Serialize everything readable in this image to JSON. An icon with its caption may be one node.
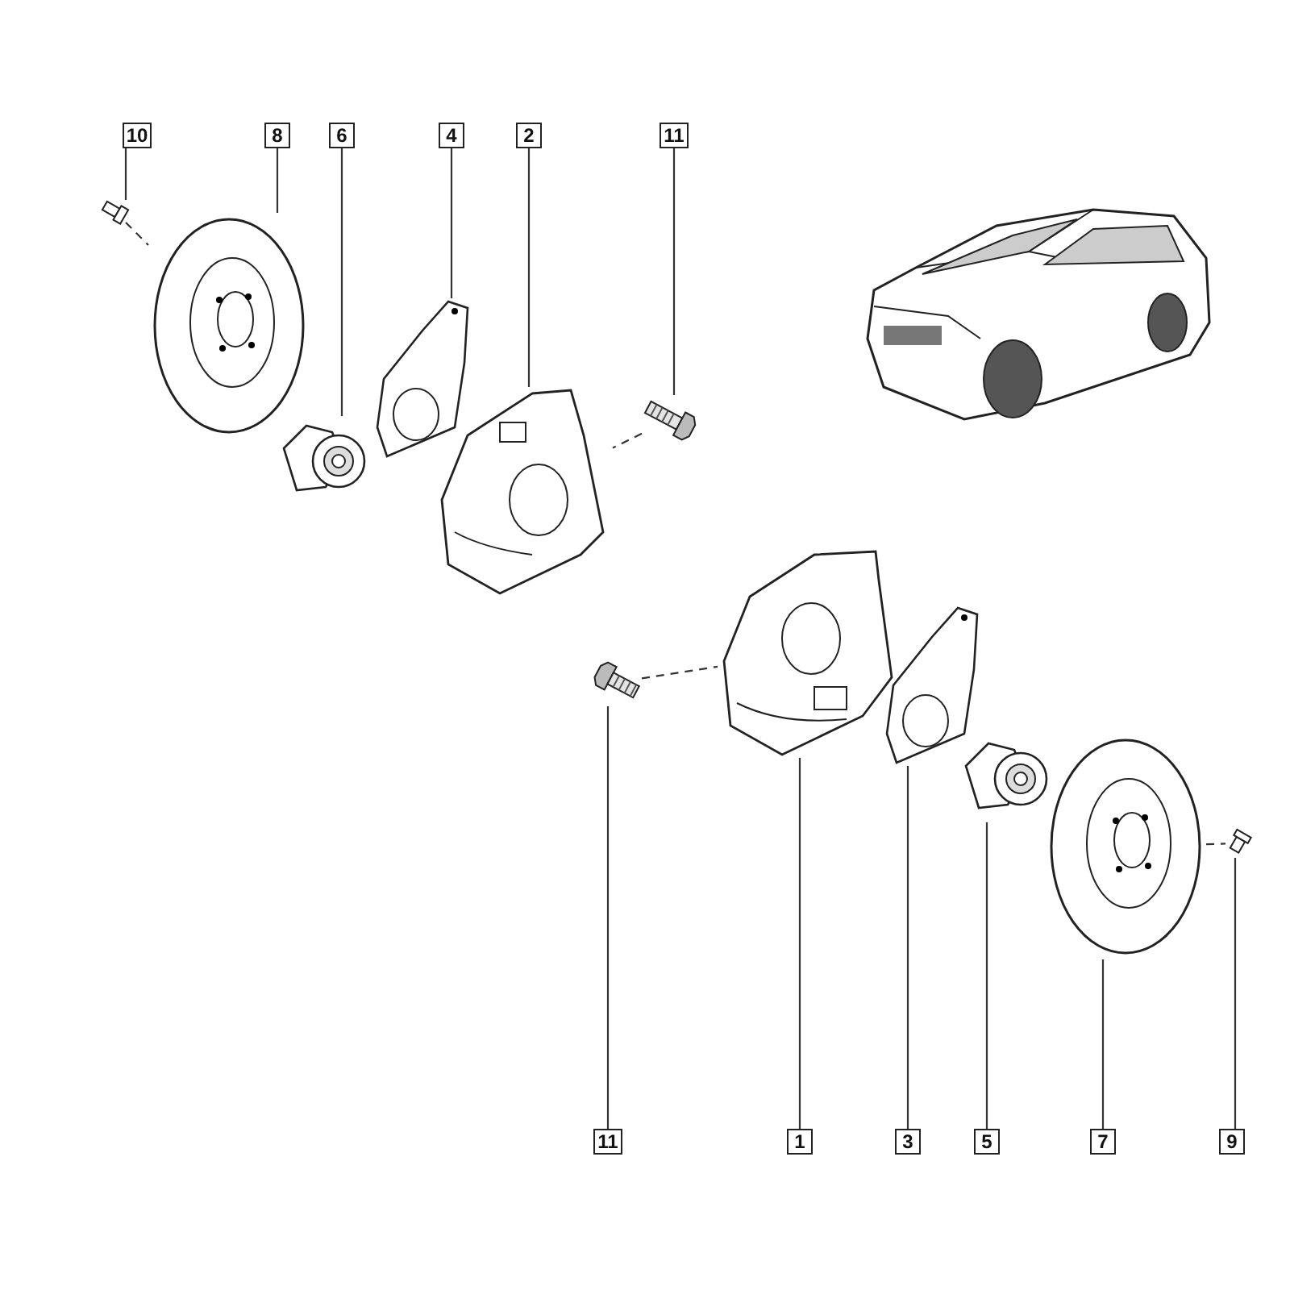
{
  "diagram": {
    "nodes": [
      {
        "text": [
          "10"
        ]
      },
      {
        "text": [
          "8"
        ]
      },
      {
        "text": [
          "6"
        ]
      },
      {
        "text": [
          "4"
        ]
      },
      {
        "text": [
          "2"
        ]
      },
      {
        "text": [
          "11"
        ]
      },
      {
        "text": [],
        "shape": "picture"
      },
      {
        "text": [],
        "shape": "picture"
      },
      {
        "text": [],
        "shape": "picture"
      },
      {
        "text": [],
        "shape": "picture"
      },
      {
        "text": [],
        "shape": "picture"
      },
      {
        "text": [],
        "shape": "picture"
      },
      {
        "text": [],
        "shape": "picture"
      },
      {
        "text": [],
        "shape": "picture"
      },
      {
        "text": [],
        "shape": "picture"
      },
      {
        "text": [],
        "shape": "picture"
      },
      {
        "text": [],
        "shape": "picture"
      },
      {
        "text": [],
        "shape": "picture"
      },
      {
        "text": [
          "11"
        ]
      },
      {
        "text": [
          "1"
        ]
      },
      {
        "text": [
          "3"
        ]
      },
      {
        "text": [
          "5"
        ]
      },
      {
        "text": [
          "7"
        ]
      },
      {
        "text": [
          "9"
        ]
      }
    ],
    "edges": [
      {
        "from": 0,
        "to": 6,
        "arrow": "none"
      },
      {
        "from": 1,
        "to": 7,
        "arrow": "none"
      },
      {
        "from": 2,
        "to": 8,
        "arrow": "none"
      },
      {
        "from": 3,
        "to": 9,
        "arrow": "none"
      },
      {
        "from": 4,
        "to": 10,
        "arrow": "none"
      },
      {
        "from": 5,
        "to": 11,
        "arrow": "none"
      },
      {
        "from": 18,
        "to": 12,
        "arrow": "none"
      },
      {
        "from": 19,
        "to": 13,
        "arrow": "none"
      },
      {
        "from": 20,
        "to": 14,
        "arrow": "none"
      },
      {
        "from": 21,
        "to": 15,
        "arrow": "none"
      },
      {
        "from": 22,
        "to": 16,
        "arrow": "none"
      },
      {
        "from": 23,
        "to": 17,
        "arrow": "none"
      },
      {
        "from": 6,
        "to": 7,
        "arrow": "none",
        "style": "dashed"
      },
      {
        "from": 11,
        "to": 10,
        "arrow": "none",
        "style": "dashed"
      },
      {
        "from": 12,
        "to": 13,
        "arrow": "none",
        "style": "dashed"
      },
      {
        "from": 16,
        "to": 17,
        "arrow": "none",
        "style": "dashed"
      }
    ]
  }
}
